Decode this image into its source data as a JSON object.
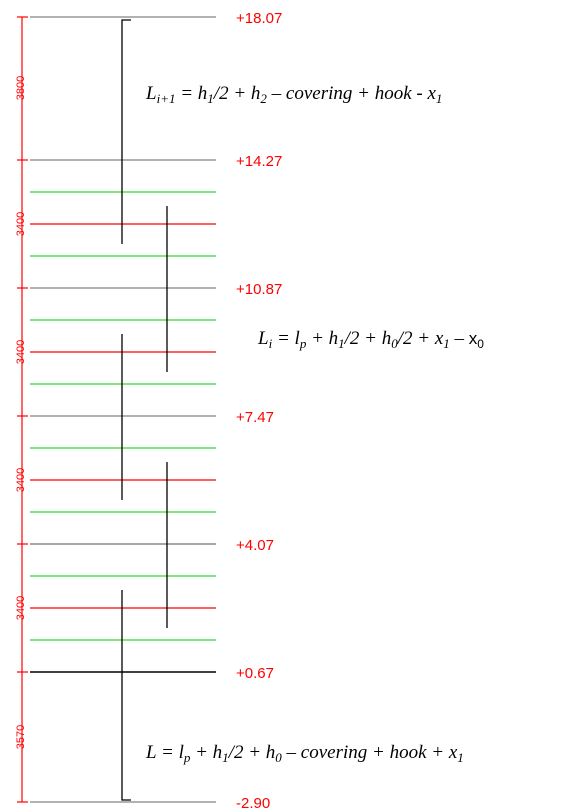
{
  "colors": {
    "dimension": "#ff0000",
    "floor_level": "#999999",
    "floor_level_ground": "#000000",
    "intermediate_level": "#00cc00",
    "splice_level": "#ff0000",
    "bar": "#000000",
    "elevation_text": "#ff0000"
  },
  "elevations": [
    "+18.07",
    "+14.27",
    "+10.87",
    "+7.47",
    "+4.07",
    "+0.67",
    "-2.90"
  ],
  "dimensions": [
    "3800",
    "3400",
    "3400",
    "3400",
    "3400",
    "3570"
  ],
  "formulas": {
    "top": {
      "l1": "L",
      "l1_sub": "i+1",
      "l2": " = ",
      "l3": "h",
      "l3_sub": "1",
      "l4": "/2 + ",
      "l5": "h",
      "l5_sub": "2",
      "l6": " – covering + hook - ",
      "l7": "x",
      "l7_sub": "1"
    },
    "middle": {
      "m1": "L",
      "m1_sub": "i",
      "m2": " = ",
      "m3": "l",
      "m3_sub": "p",
      "m4": " + ",
      "m5": "h",
      "m5_sub": "1",
      "m6": "/2 + ",
      "m7": "h",
      "m7_sub": "0",
      "m8": "/2 + ",
      "m9": "x",
      "m9_sub": "1",
      "m10": " – ",
      "m11": "x",
      "m11_sub": "0"
    },
    "bottom": {
      "b1": "L",
      "b2": " = ",
      "b3": "l",
      "b3_sub": "p",
      "b4": " + ",
      "b5": "h",
      "b5_sub": "1",
      "b6": "/2 + ",
      "b7": "h",
      "b7_sub": "0",
      "b8": " – covering + hook + ",
      "b9": "x",
      "b9_sub": "1"
    }
  }
}
